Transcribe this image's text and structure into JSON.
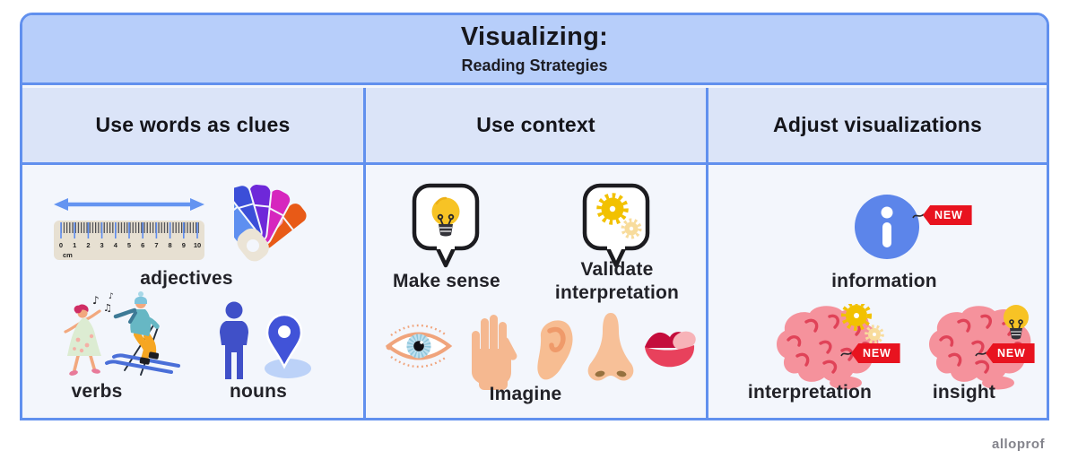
{
  "header": {
    "title": "Visualizing:",
    "subtitle": "Reading Strategies"
  },
  "columns": [
    {
      "header": "Use words as clues",
      "items": [
        {
          "label": "adjectives"
        },
        {
          "label": "verbs"
        },
        {
          "label": "nouns"
        }
      ]
    },
    {
      "header": "Use context",
      "items": [
        {
          "label": "Make sense"
        },
        {
          "label": "Validate interpretation"
        },
        {
          "label": "Imagine"
        }
      ]
    },
    {
      "header": "Adjust visualizations",
      "items": [
        {
          "label": "information"
        },
        {
          "label": "interpretation"
        },
        {
          "label": "insight"
        }
      ]
    }
  ],
  "badge": {
    "new": "NEW"
  },
  "ruler": {
    "unit": "cm",
    "ticks": [
      "0",
      "1",
      "2",
      "3",
      "4",
      "5",
      "6",
      "7",
      "8",
      "9",
      "10"
    ]
  },
  "watermark": "alloprof",
  "colors": {
    "card_border": "#6190ee",
    "title_band_bg": "#b7cefa",
    "header_row_bg": "#dbe4f8",
    "body_bg": "#f3f6fc",
    "badge_red": "#e8131f",
    "info_blue": "#5c85ea",
    "arrow_blue": "#6494f1",
    "brain_pink": "#f5929c",
    "gear_yellow": "#f2c100",
    "bulb_yellow": "#f7c325"
  }
}
